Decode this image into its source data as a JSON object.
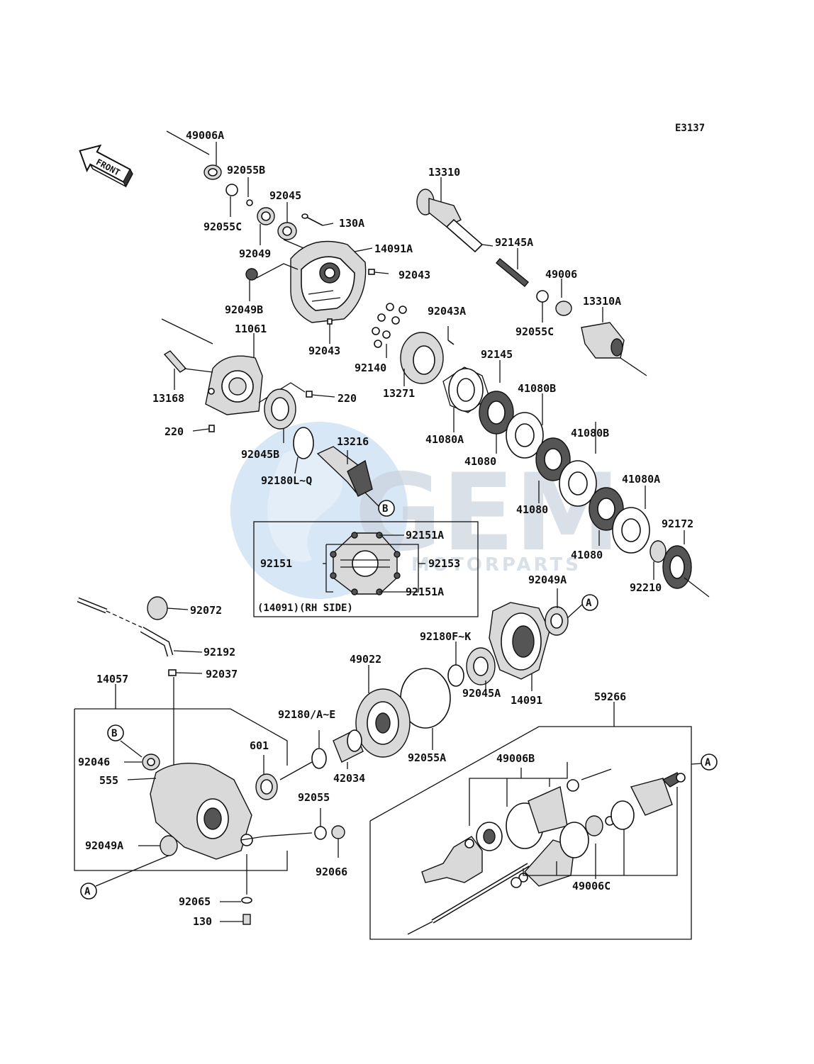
{
  "diagram_code": "E3137",
  "front_label": "FRONT",
  "watermark": {
    "logo": "GEM",
    "sub": "MOTORPARTS"
  },
  "callouts": {
    "A": "A",
    "B": "B"
  },
  "inset_caption": "(14091)(RH SIDE)",
  "parts": {
    "p49006A": "49006A",
    "p92055B": "92055B",
    "p92045": "92045",
    "p130A": "130A",
    "p92055C_a": "92055C",
    "p92049": "92049",
    "p14091A": "14091A",
    "p92043_a": "92043",
    "p92049B": "92049B",
    "p92043_b": "92043",
    "p11061": "11061",
    "p13310": "13310",
    "p92145A": "92145A",
    "p49006": "49006",
    "p13310A": "13310A",
    "p92055C_b": "92055C",
    "p92043A": "92043A",
    "p92140": "92140",
    "p92145": "92145",
    "p13271": "13271",
    "p13168": "13168",
    "p220_a": "220",
    "p220_b": "220",
    "p92045B": "92045B",
    "p13216": "13216",
    "p92180LQ": "92180L~Q",
    "p41080A_a": "41080A",
    "p41080B_a": "41080B",
    "p41080_a": "41080",
    "p41080B_b": "41080B",
    "p41080_b": "41080",
    "p41080A_b": "41080A",
    "p41080_c": "41080",
    "p92172": "92172",
    "p92210": "92210",
    "p92151A_a": "92151A",
    "p92151": "92151",
    "p92153": "92153",
    "p92151A_b": "92151A",
    "p92049A_a": "92049A",
    "p92072": "92072",
    "p92192": "92192",
    "p92037": "92037",
    "p92180FK": "92180F~K",
    "p14057": "14057",
    "p49022": "49022",
    "p14091": "14091",
    "p92045A": "92045A",
    "p59266": "59266",
    "p92180AE": "92180/A~E",
    "p601": "601",
    "p92046": "92046",
    "p555": "555",
    "p42034": "42034",
    "p92055A": "92055A",
    "p49006B": "49006B",
    "p92055": "92055",
    "p92049A_b": "92049A",
    "p92066": "92066",
    "p49006C": "49006C",
    "p92065": "92065",
    "p130": "130"
  }
}
